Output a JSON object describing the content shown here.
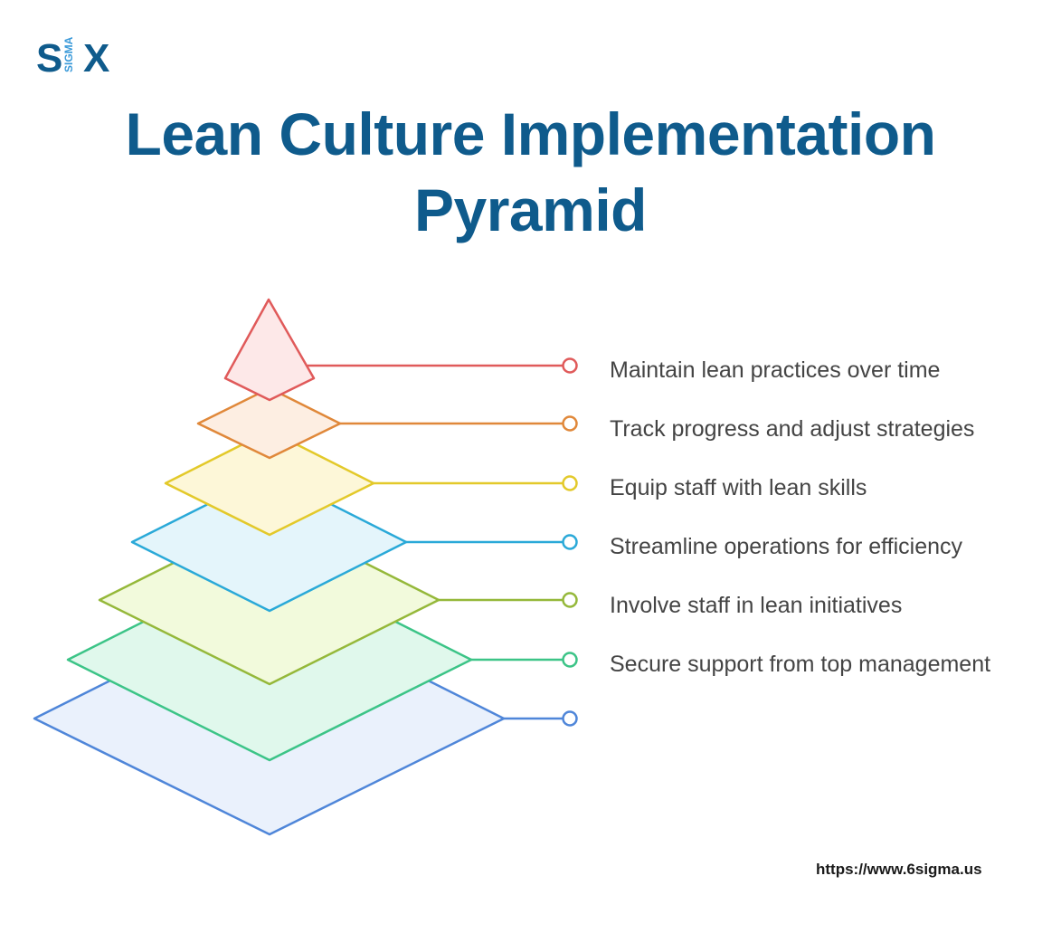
{
  "logo": {
    "left_letter": "S",
    "middle_text": "SIGMA",
    "right_letter": "X",
    "colors": {
      "dark": "#0f5b8c",
      "light": "#3b9ad9"
    }
  },
  "title": {
    "line1": "Lean Culture Implementation",
    "line2": "Pyramid"
  },
  "levels": [
    {
      "label": "Maintain lean practices over time",
      "stroke": "#e05a5a",
      "fill": "#fde8e8"
    },
    {
      "label": "Track progress and adjust strategies",
      "stroke": "#e0883a",
      "fill": "#fdeee2"
    },
    {
      "label": "Equip staff with lean skills",
      "stroke": "#e3c92a",
      "fill": "#fdf7d8"
    },
    {
      "label": "Streamline operations for efficiency",
      "stroke": "#2aa9d8",
      "fill": "#e4f5fb"
    },
    {
      "label": "Involve staff in lean initiatives",
      "stroke": "#95b83a",
      "fill": "#f2fadc"
    },
    {
      "label": "Secure support from top management",
      "stroke": "#3cc487",
      "fill": "#e0f8ec"
    },
    {
      "label": "",
      "stroke": "#4f86d9",
      "fill": "#eaf1fc"
    }
  ],
  "footer": {
    "url": "https://www.6sigma.us"
  }
}
